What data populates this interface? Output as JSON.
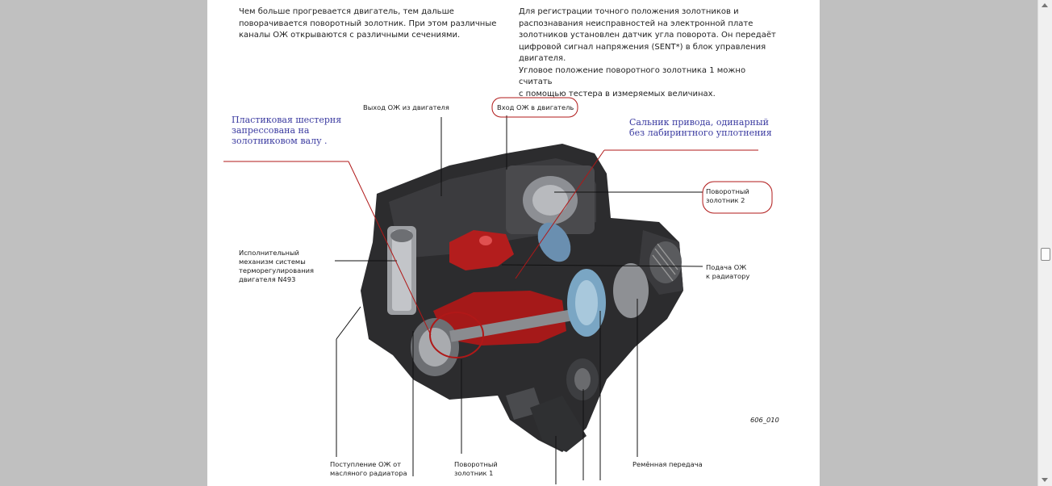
{
  "text": {
    "left_para": [
      "Чем больше прогревается двигатель, тем дальше",
      "поворачивается поворотный золотник. При этом различные",
      "каналы ОЖ открываются с различными сечениями."
    ],
    "right_para": [
      "Для регистрации точного положения золотников и",
      "распознавания неисправностей на электронной плате",
      "золотников установлен датчик угла поворота. Он передаёт",
      "цифровой сигнал напряжения (SENT*) в блок управления",
      "двигателя.",
      "Угловое положение поворотного золотника 1 можно считать",
      "с помощью тестера в измеряемых величинах."
    ]
  },
  "labels": {
    "coolant_out": "Выход ОЖ из двигателя",
    "coolant_in": "Вход ОЖ в двигатель",
    "rotary_valve_2": [
      "Поворотный",
      "золотник 2"
    ],
    "coolant_to_radiator": [
      "Подача ОЖ",
      "к радиатору"
    ],
    "actuator": [
      "Исполнительный",
      "механизм системы",
      "терморегулирования",
      "двигателя N493"
    ],
    "oil_cooler_inflow": [
      "Поступление ОЖ от",
      "масляного радиатора"
    ],
    "rotary_valve_1": [
      "Поворотный",
      "золотник 1"
    ],
    "belt_drive": "Ремённая передача",
    "figure_number": "606_010"
  },
  "notes": {
    "plastic_gear": [
      "Пластиковая  шестерня",
      "запрессована  на",
      "золотниковом валу ."
    ],
    "shaft_seal": [
      "Сальник  привода, одинарный",
      "без лабиринтного уплотнения"
    ]
  },
  "colors": {
    "annotation_red": "#b01818",
    "annotation_blue": "#3a3aa0",
    "background": "#c0c0c0"
  }
}
